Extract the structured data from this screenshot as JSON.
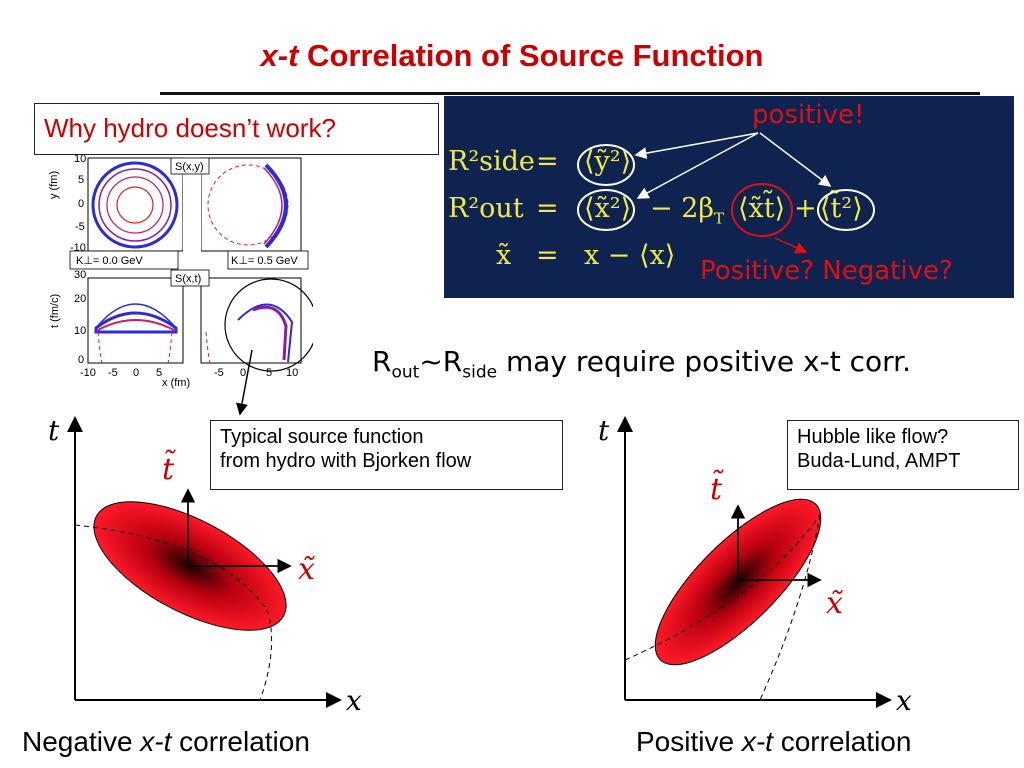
{
  "title": {
    "italic": "x-t",
    "rest": " Correlation of Source Function"
  },
  "why_box": {
    "text": "Why hydro doesn’t work?"
  },
  "equations": {
    "lhs1": "R²side",
    "rhs1": "⟨ỹ²⟩",
    "lhs2": "R²out",
    "rhs2a": "⟨x̃²⟩",
    "rhs2b": "− 2β",
    "rhs2b_sub": "T",
    "rhs2c": "⟨x̃t̃⟩",
    "rhs2d": "+",
    "rhs2e": "⟨t̃²⟩",
    "lhs3": "x̃",
    "rhs3": "x − ⟨x⟩",
    "eq_sign": "="
  },
  "annotations": {
    "positive": "positive!",
    "positive_negative": "Positive? Negative?"
  },
  "rout_statement": {
    "r1": "R",
    "sub1": "out",
    "tilde": "~R",
    "sub2": "side",
    "rest": " may require positive x-t corr."
  },
  "hydro_figure": {
    "panel_labels": [
      "S(x,y)",
      "S(x,t)"
    ],
    "k_labels": [
      "K⊥= 0.0 GeV",
      "K⊥= 0.5 GeV"
    ],
    "y_axis_top": "y (fm)",
    "y_axis_bottom": "t (fm/c)",
    "x_axis": "x (fm)",
    "top_yticks": [
      "10",
      "5",
      "0",
      "-5",
      "-10"
    ],
    "bottom_yticks": [
      "30",
      "20",
      "10",
      "0"
    ],
    "xticks_left": [
      "-10",
      "-5",
      "0",
      "5"
    ],
    "xticks_right": [
      "-5",
      "0",
      "5",
      "10"
    ]
  },
  "typical_box": {
    "line1": "Typical source function",
    "line2": "from hydro with Bjorken flow"
  },
  "hubble_box": {
    "line1": "Hubble like flow?",
    "line2": "Buda-Lund, AMPT"
  },
  "left_diagram": {
    "t_axis": "t",
    "x_axis": "x",
    "t_tilde": "t̃",
    "x_tilde": "x̃"
  },
  "right_diagram": {
    "t_axis": "t",
    "x_axis": "x",
    "t_tilde": "t̃",
    "x_tilde": "x̃"
  },
  "captions": {
    "negative": {
      "a": "Negative ",
      "b": "x-t",
      "c": " correlation"
    },
    "positive": {
      "a": "Positive ",
      "b": "x-t",
      "c": " correlation"
    }
  },
  "colors": {
    "title": "#cc0000",
    "panel": "#0f2350",
    "equation": "#f2ea40",
    "ellipse": "#e8121e"
  }
}
